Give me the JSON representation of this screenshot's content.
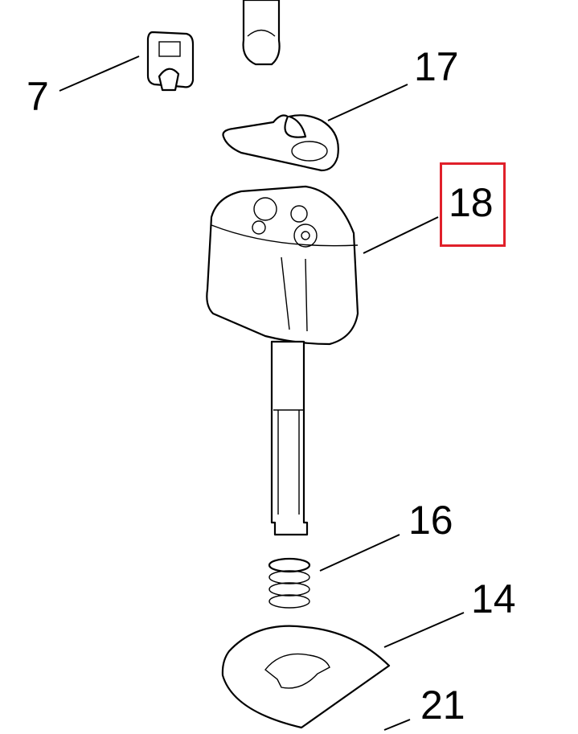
{
  "diagram": {
    "callouts": [
      {
        "id": "part-7",
        "label": "7"
      },
      {
        "id": "part-17",
        "label": "17"
      },
      {
        "id": "part-18",
        "label": "18",
        "highlighted": true
      },
      {
        "id": "part-16",
        "label": "16"
      },
      {
        "id": "part-14",
        "label": "14"
      },
      {
        "id": "part-21",
        "label": "21"
      }
    ],
    "highlight_color": "#e0202a"
  }
}
